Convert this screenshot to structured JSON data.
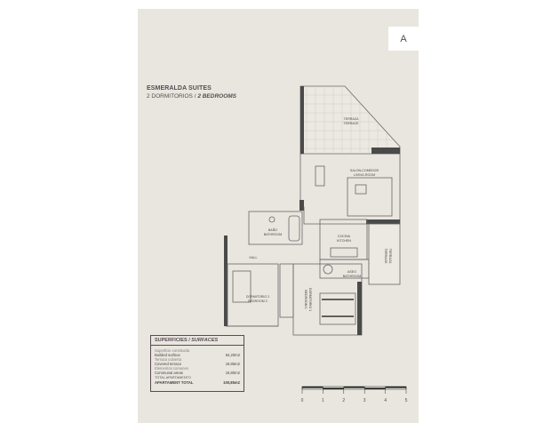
{
  "unit_label": "A",
  "title": "ESMERALDA SUITES",
  "subtitle_es": "2 DORMITORIOS / ",
  "subtitle_en": "2 BEDROOMS",
  "rooms": {
    "terrace_es": "TERRAZA",
    "terrace_en": "TERRACE",
    "living_es": "SALON-COMEDOR",
    "living_en": "LIVING-ROOM",
    "bath_es": "BAÑO",
    "bath_en": "BATHROOM",
    "kitchen_es": "COCINA",
    "kitchen_en": "KITCHEN",
    "terrace2_es": "TERRAZA",
    "terrace2_en": "TERRACE",
    "aseo_es": "ASEO",
    "aseo_en": "BATHROOM",
    "hall": "HALL",
    "bed2_es": "DORMITORIO 2",
    "bed2_en": "BEDROOM 2",
    "bed1_es": "DORMITORIO 1",
    "bed1_en": "BEDROOM 1"
  },
  "surfaces": {
    "heading_es": "SUPERFICIES / ",
    "heading_en": "SURFACES",
    "rows": [
      {
        "es": "Superficie construida",
        "en": "Builded surface",
        "value": "64,20m2"
      },
      {
        "es": "Terraza cubierta",
        "en": "Covered terrace",
        "value": "19,85m2"
      },
      {
        "es": "Elementos comunes",
        "en": "Communal areas",
        "value": "16,80m2"
      }
    ],
    "total_es": "TOTAL APARTAMENTO",
    "total_en": "APARTAMENT TOTAL",
    "total_value": "100,85m2"
  },
  "scale_bar": {
    "ticks": [
      "0",
      "1",
      "2",
      "3",
      "4",
      "5"
    ]
  },
  "colors": {
    "sheet": "#e8e6de",
    "ink": "#5a4a55",
    "wall": "#4a4a4a"
  }
}
